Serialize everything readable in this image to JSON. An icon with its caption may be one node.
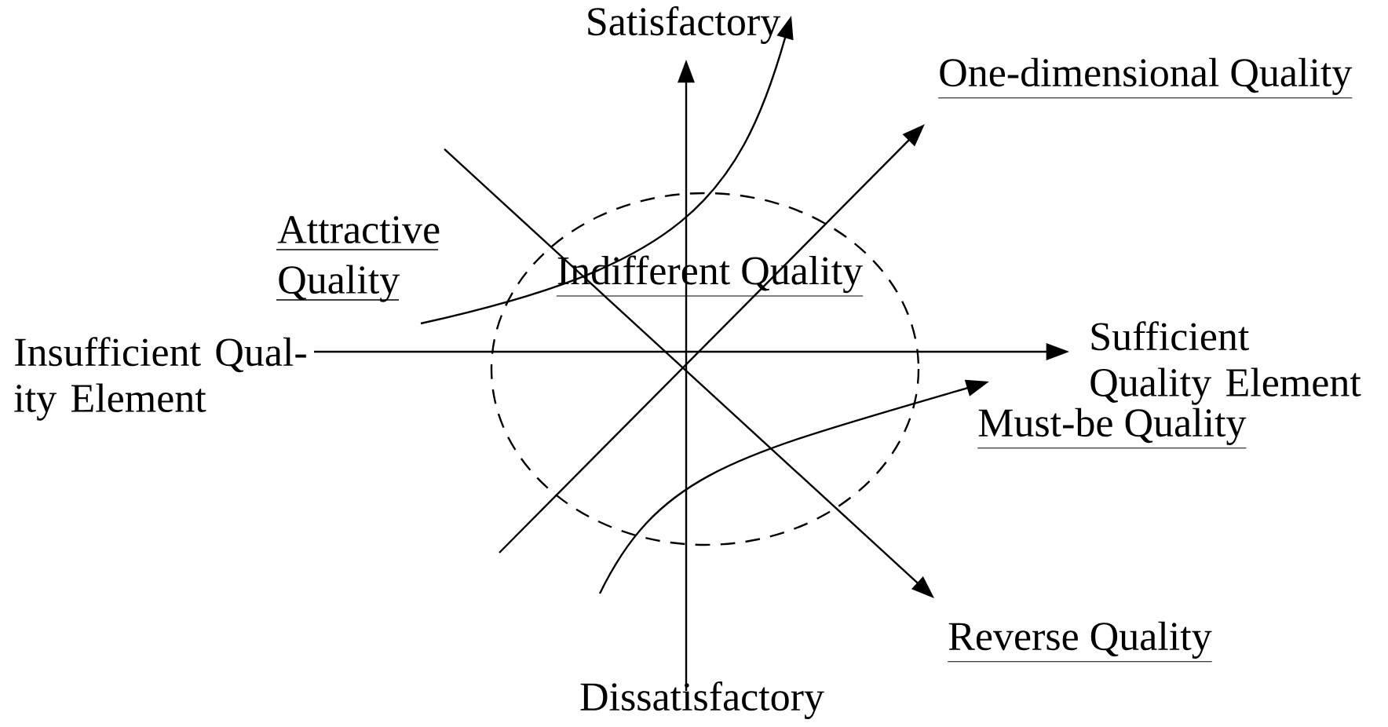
{
  "diagram": {
    "nodes": [
      {
        "text": [
          "Indifferent Quality"
        ]
      }
    ],
    "labels": [
      "Satisfactory",
      "One-dimensional Quality",
      "Attractive Quality",
      "Insufficient Qual-ity Element",
      "Sufficient Quality Element",
      "Must-be Quality",
      "Reverse Quality",
      "Dissatisfactory"
    ]
  }
}
